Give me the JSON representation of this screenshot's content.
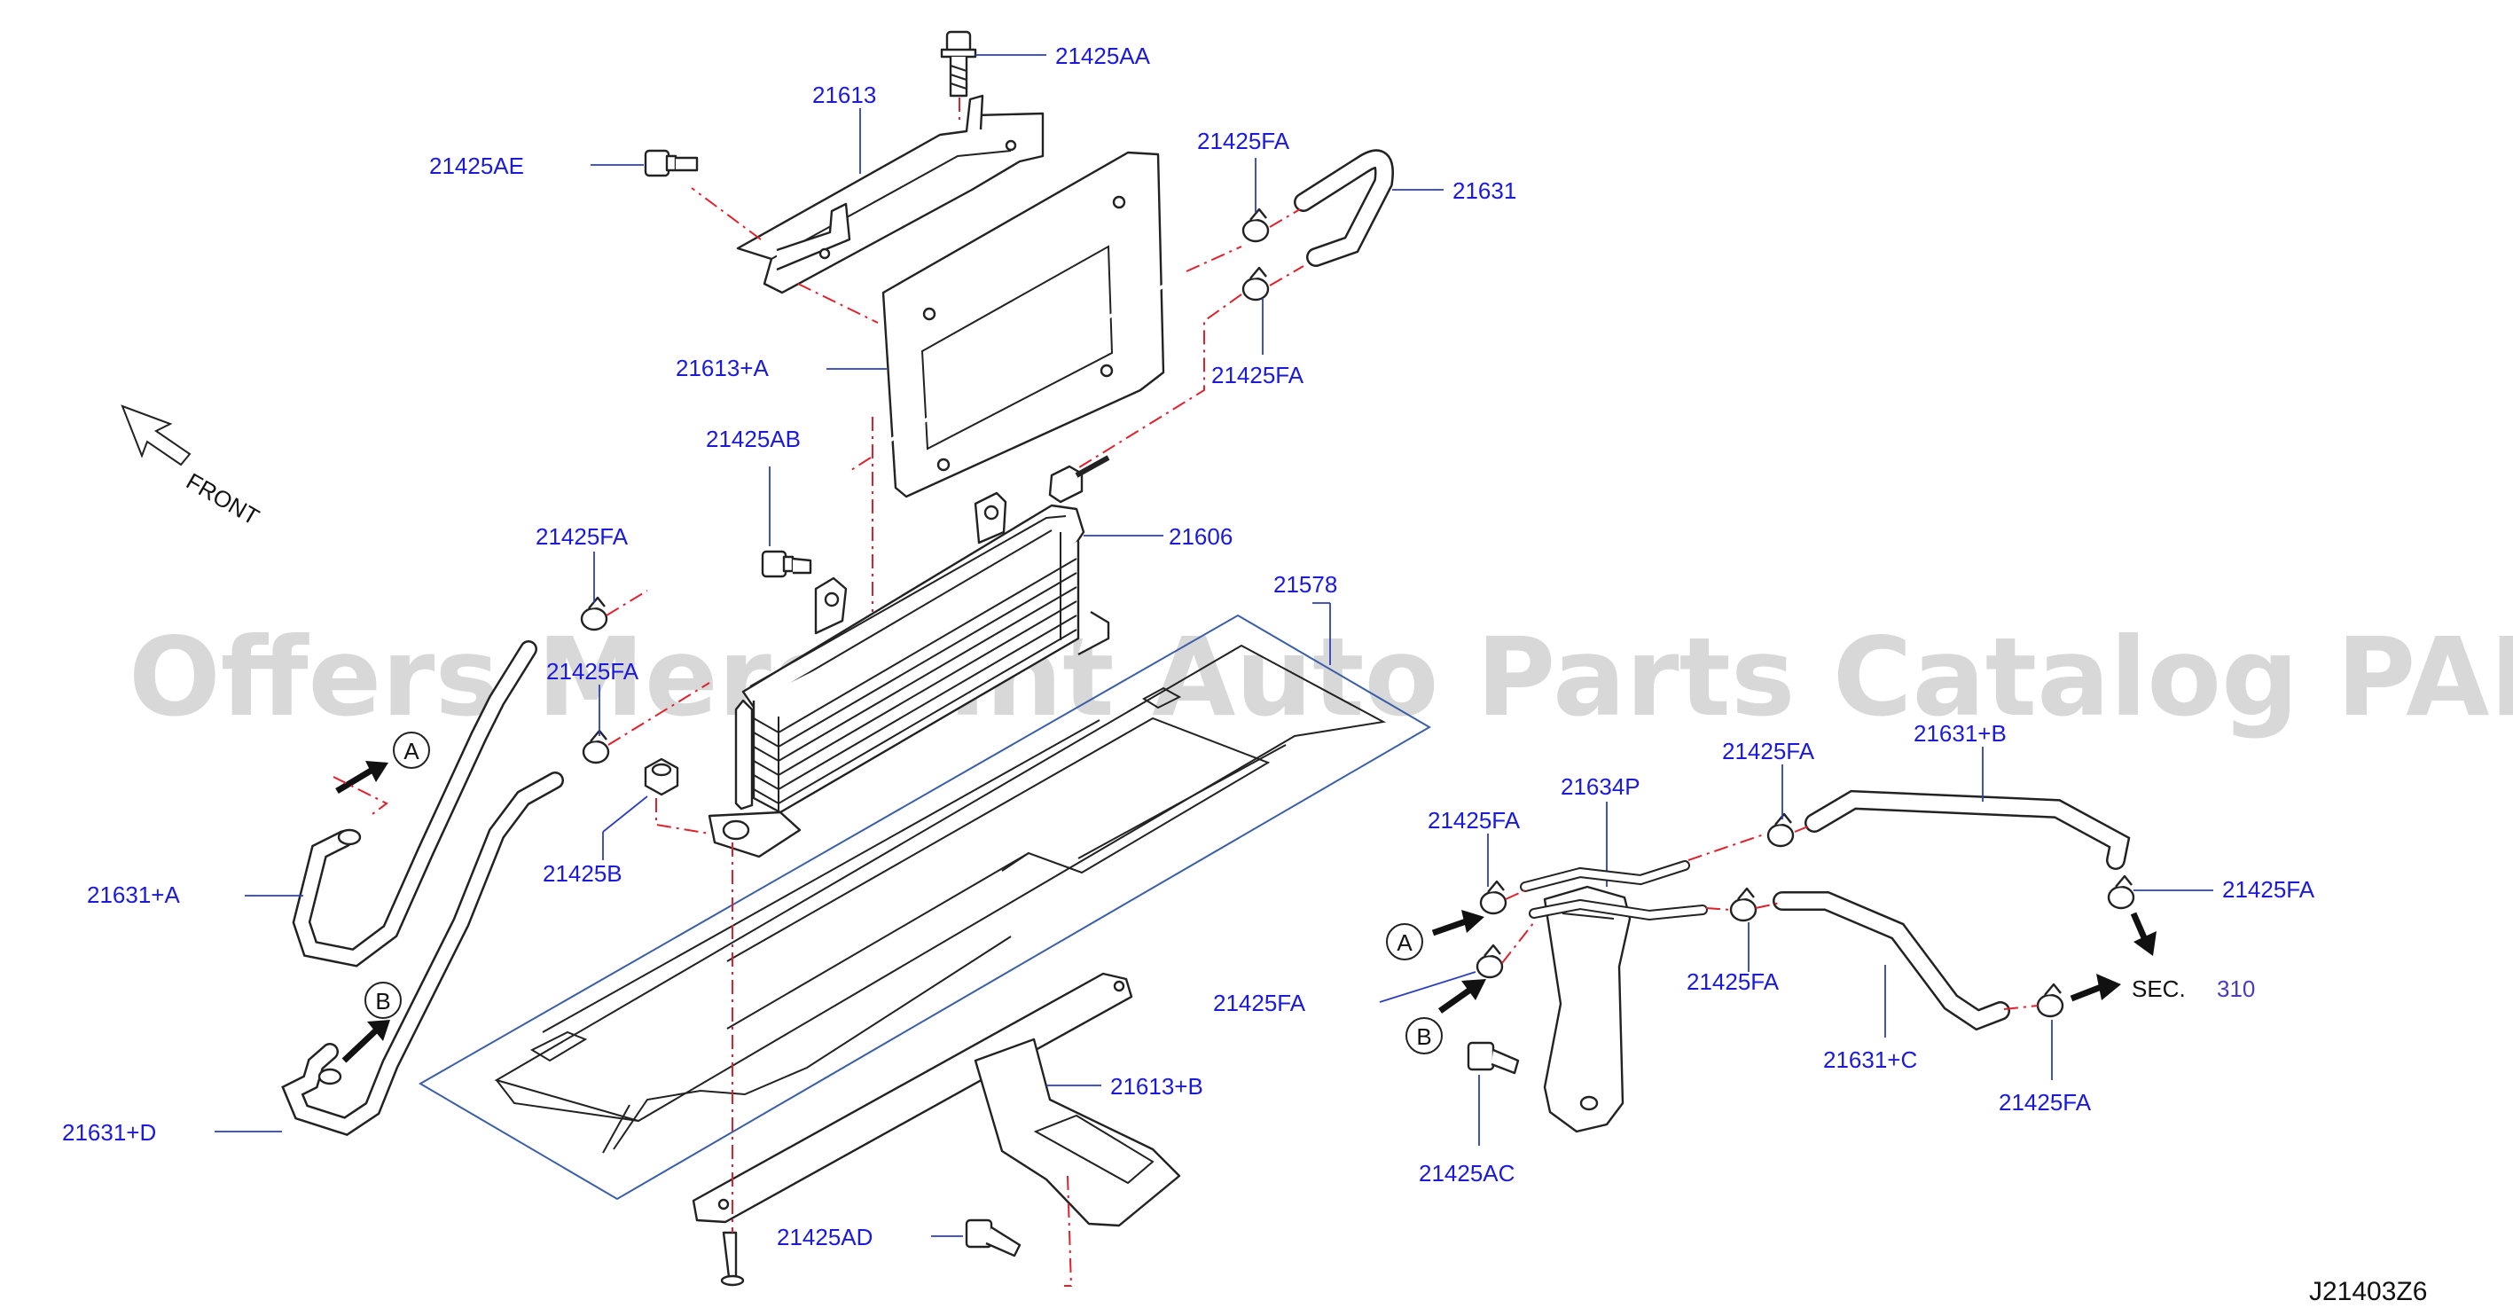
{
  "diagram_code": "J21403Z6",
  "watermark": "Offers Merchant Auto Parts Catalog PARTSTORE.SA",
  "front_label": "FRONT",
  "section_ref": {
    "prefix": "SEC.",
    "number": "310"
  },
  "markers": {
    "a": "A",
    "b": "B"
  },
  "labels": {
    "p21425AA": "21425AA",
    "p21613": "21613",
    "p21425AE": "21425AE",
    "p21425FA_top": "21425FA",
    "p21631": "21631",
    "p21425FA_top2": "21425FA",
    "p21613A": "21613+A",
    "p21425AB": "21425AB",
    "p21425FA_left": "21425FA",
    "p21606": "21606",
    "p21578": "21578",
    "p21425FA_left2": "21425FA",
    "p21425B": "21425B",
    "p21631A": "21631+A",
    "p21631D": "21631+D",
    "p21613B": "21613+B",
    "p21425AD": "21425AD",
    "p21634P": "21634P",
    "p21425FA_r1": "21425FA",
    "p21425FA_r2": "21425FA",
    "p21631B": "21631+B",
    "p21425FA_r3": "21425FA",
    "p21425FA_r4": "21425FA",
    "p21425FA_r5": "21425FA",
    "p21425AC": "21425AC",
    "p21631C": "21631+C",
    "p21425FA_r6": "21425FA"
  },
  "colors": {
    "label": "#1a1adc",
    "leader": "#2a3fc0",
    "dashed": "#e0202a",
    "line": "#222222",
    "section_number": "#4a3bb8"
  }
}
